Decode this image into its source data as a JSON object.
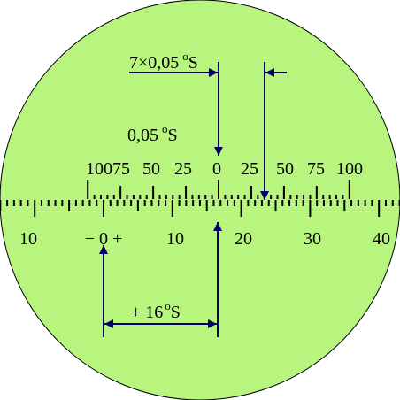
{
  "background_color": "#ffffff",
  "disc_color": "#b7f57f",
  "ink_color": "#000000",
  "arrow_color": "#000066",
  "vernier_annotation": {
    "prefix": "7×0,05",
    "degree": "o",
    "unit": "S"
  },
  "vernier_resolution": {
    "prefix": "0,05",
    "degree": "o",
    "unit": "S"
  },
  "vernier_scale": {
    "labels": [
      "100",
      "75",
      "50",
      "25",
      "0",
      "25",
      "50",
      "75",
      "100"
    ]
  },
  "main_scale": {
    "labels": [
      "10",
      "10",
      "20",
      "30",
      "40"
    ],
    "zero_marker": "− 0 +"
  },
  "reading": {
    "prefix": "+ 16",
    "degree": "o",
    "unit": "S"
  }
}
